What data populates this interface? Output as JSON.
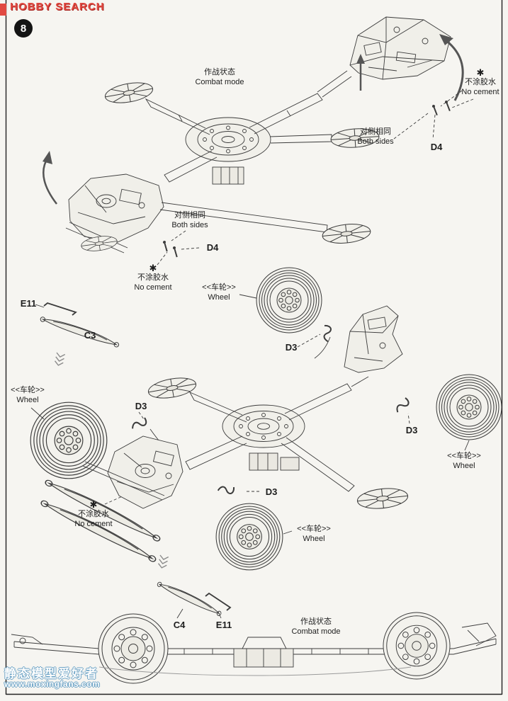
{
  "page": {
    "logo_text": "HOBBY SEARCH",
    "step_number": "8",
    "no_cement_icon": "✱",
    "logo_color": "#e14a42",
    "ink_color": "#3c3c3c",
    "background": "#f6f5f1",
    "watermark_color": "#69a1c4"
  },
  "annotations": {
    "combat_mode_top": {
      "zh": "作战状态",
      "en": "Combat mode"
    },
    "no_cement_top": {
      "zh": "不涂胶水",
      "en": "No cement"
    },
    "both_sides_right": {
      "zh": "对侧相同",
      "en": "Both sides"
    },
    "d4_right": "D4",
    "both_sides_left": {
      "zh": "对侧相同",
      "en": "Both sides"
    },
    "d4_left": "D4",
    "no_cement_left": {
      "zh": "不涂胶水",
      "en": "No cement"
    },
    "e11_upper": "E11",
    "c3": "C3",
    "wheel_upper": {
      "zh": "<<车轮>>",
      "en": "Wheel"
    },
    "d3_upper": "D3",
    "wheel_left": {
      "zh": "<<车轮>>",
      "en": "Wheel"
    },
    "d3_left": "D3",
    "d3_right": "D3",
    "wheel_right": {
      "zh": "<<车轮>>",
      "en": "Wheel"
    },
    "d3_lower": "D3",
    "no_cement_lower": {
      "zh": "不涂胶水",
      "en": "No cement"
    },
    "wheel_lower": {
      "zh": "<<车轮>>",
      "en": "Wheel"
    },
    "c4": "C4",
    "e11_lower": "E11",
    "combat_mode_bottom": {
      "zh": "作战状态",
      "en": "Combat mode"
    }
  },
  "watermark": {
    "line1": "静态模型爱好者",
    "line2": "www.moxingfans.com"
  }
}
